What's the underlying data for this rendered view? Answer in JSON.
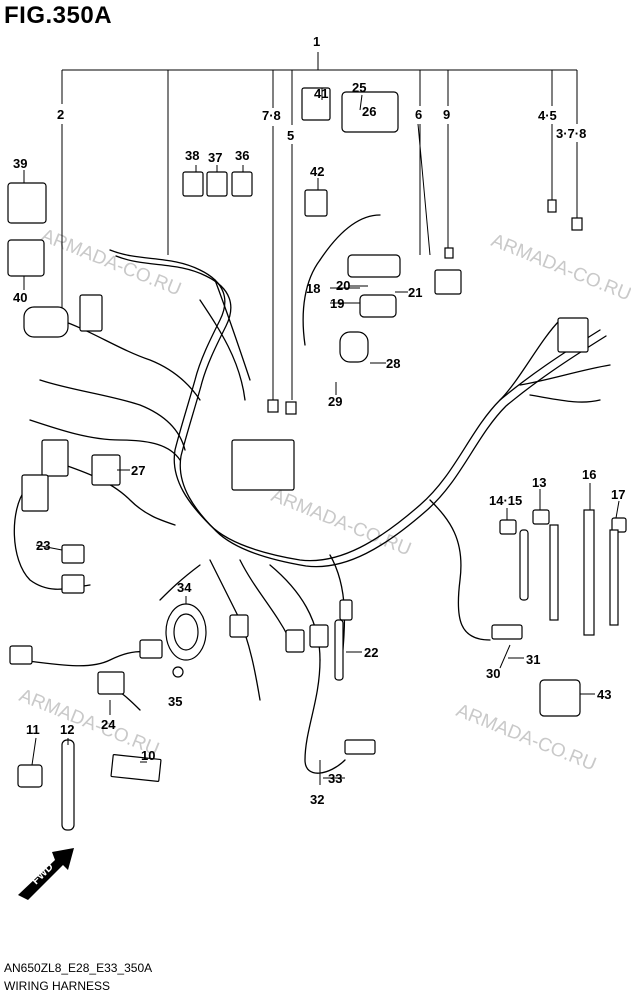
{
  "figure": {
    "title": "FIG.350A"
  },
  "footer": {
    "code": "AN650ZL8_E28_E33_350A",
    "name": "WIRING HARNESS"
  },
  "direction_marker": "FWD",
  "watermark": "ARMADA-CO.RU",
  "callouts": {
    "c1": "1",
    "c2": "2",
    "c3": "3·7·8",
    "c4": "4·5",
    "c5": "5",
    "c6": "6",
    "c7": "7·8",
    "c9": "9",
    "c10": "10",
    "c11": "11",
    "c12": "12",
    "c13": "13",
    "c14": "14·15",
    "c16": "16",
    "c17": "17",
    "c18": "18",
    "c19": "19",
    "c20": "20",
    "c21": "21",
    "c22": "22",
    "c23": "23",
    "c24": "24",
    "c25": "25",
    "c26": "26",
    "c27": "27",
    "c28": "28",
    "c29": "29",
    "c30": "30",
    "c31": "31",
    "c32": "32",
    "c33": "33",
    "c34": "34",
    "c35": "35",
    "c36": "36",
    "c37": "37",
    "c38": "38",
    "c39": "39",
    "c40": "40",
    "c41": "41",
    "c42": "42",
    "c43": "43"
  }
}
